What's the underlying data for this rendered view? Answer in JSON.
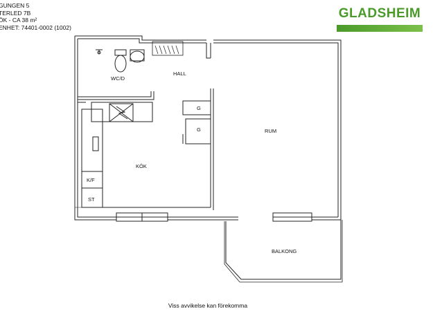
{
  "header": {
    "lines": [
      "GUNGEN 5",
      "TERLED 7B",
      "ÖK - CA 38 m²",
      "ENHET:  74401-0002 (1002)"
    ]
  },
  "brand": {
    "name": "GLADSHEIM",
    "color": "#4a9a2a"
  },
  "rooms": {
    "wc": "WC/D",
    "hall": "HALL",
    "kok": "KÖK",
    "rum": "RUM",
    "balkong": "BALKONG",
    "g1": "G",
    "g2": "G",
    "kf": "K/F",
    "st": "ST"
  },
  "footer": {
    "note": "Viss avvikelse kan förekomma"
  }
}
